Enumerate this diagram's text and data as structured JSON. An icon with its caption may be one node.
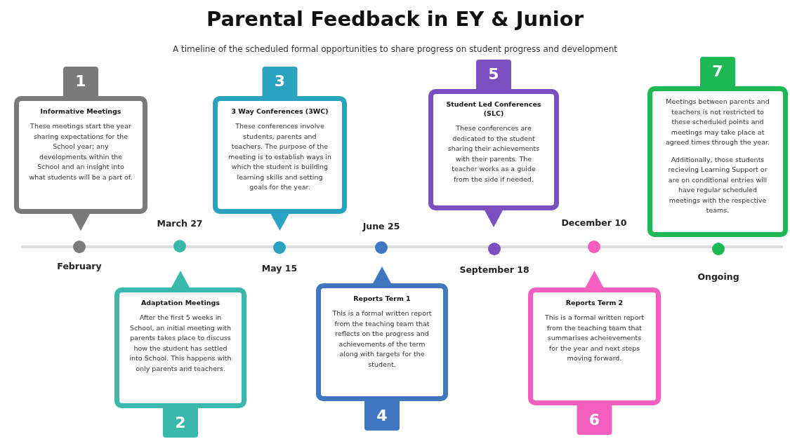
{
  "diagram": {
    "title": "Parental Feedback in EY & Junior",
    "nodes": [
      {
        "text": [
          "1",
          "Informative Meetings",
          "These meetings start the year sharing expectations for the School year; any developments within the School and an insight into what students will be a part of."
        ]
      },
      {
        "text": [],
        "shape": "circle",
        "beside": [
          "February"
        ]
      },
      {
        "text": [
          "Adaptation Meetings",
          "After the first 5 weeks in School, an initial meeting with parents takes place to discuss how the student has settled into School. This happens with only parents and teachers.",
          "2"
        ]
      },
      {
        "text": [],
        "shape": "circle",
        "beside": [
          "March 27"
        ]
      },
      {
        "text": [
          "3",
          "3 Way Conferences (3WC)",
          "These conferences involve students, parents and teachers. The purpose of the meeting is to establish ways in which the student is building learning skills and setting goals for the year."
        ]
      },
      {
        "text": [],
        "shape": "circle",
        "beside": [
          "May 15"
        ]
      },
      {
        "text": [
          "Reports Term 1",
          "This is a formal written report from the teaching team that reflects on the progress and achievements of the term along with targets for the student.",
          "4"
        ]
      },
      {
        "text": [],
        "shape": "circle",
        "beside": [
          "June 25"
        ]
      },
      {
        "text": [
          "5",
          "Student Led Conferences (SLC)",
          "These conferences are dedicated to the student sharing their achievements with their parents. The teacher works as a guide from the side if needed."
        ]
      },
      {
        "text": [],
        "shape": "circle",
        "beside": [
          "September 18"
        ]
      },
      {
        "text": [
          "Reports Term 2",
          "This is a formal written report from the teaching team that summarises acheievements for the year and next steps moving forward.",
          "6"
        ]
      },
      {
        "text": [],
        "shape": "circle",
        "beside": [
          "December 10"
        ]
      },
      {
        "text": [
          "7",
          "Meetings between parents and teachers is not restricted to these scheduled points and meetings may take place at agreed times through the year.",
          "Additionally, those students recieving Learning Support or are on conditional entries will have regular scheduled meetings with the respective teams."
        ]
      },
      {
        "text": [],
        "shape": "circle",
        "beside": [
          "Ongoing"
        ]
      }
    ],
    "labels": [
      "A timeline of the scheduled formal opportunities to share progress on student progress and development"
    ]
  }
}
